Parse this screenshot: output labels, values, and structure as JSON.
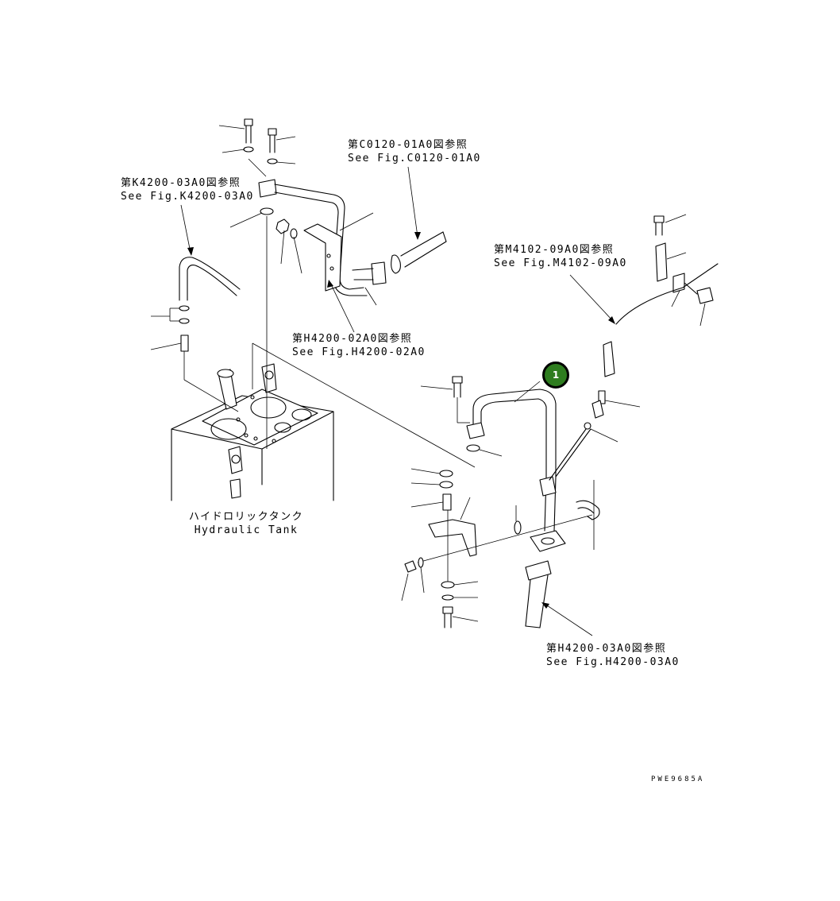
{
  "references": [
    {
      "id": "c0120",
      "jp": "第C0120-01A0図参照",
      "en": "See Fig.C0120-01A0"
    },
    {
      "id": "k4200",
      "jp": "第K4200-03A0図参照",
      "en": "See Fig.K4200-03A0"
    },
    {
      "id": "m4102",
      "jp": "第M4102-09A0図参照",
      "en": "See Fig.M4102-09A0"
    },
    {
      "id": "h4200_02",
      "jp": "第H4200-02A0図参照",
      "en": "See Fig.H4200-02A0"
    },
    {
      "id": "h4200_03",
      "jp": "第H4200-03A0図参照",
      "en": "See Fig.H4200-03A0"
    }
  ],
  "tank_label": {
    "jp": "ハイドロリックタンク",
    "en": "Hydraulic Tank"
  },
  "callout": {
    "number": "1",
    "color": "#2e7d1f"
  },
  "drawing_code": "PWE9685A"
}
